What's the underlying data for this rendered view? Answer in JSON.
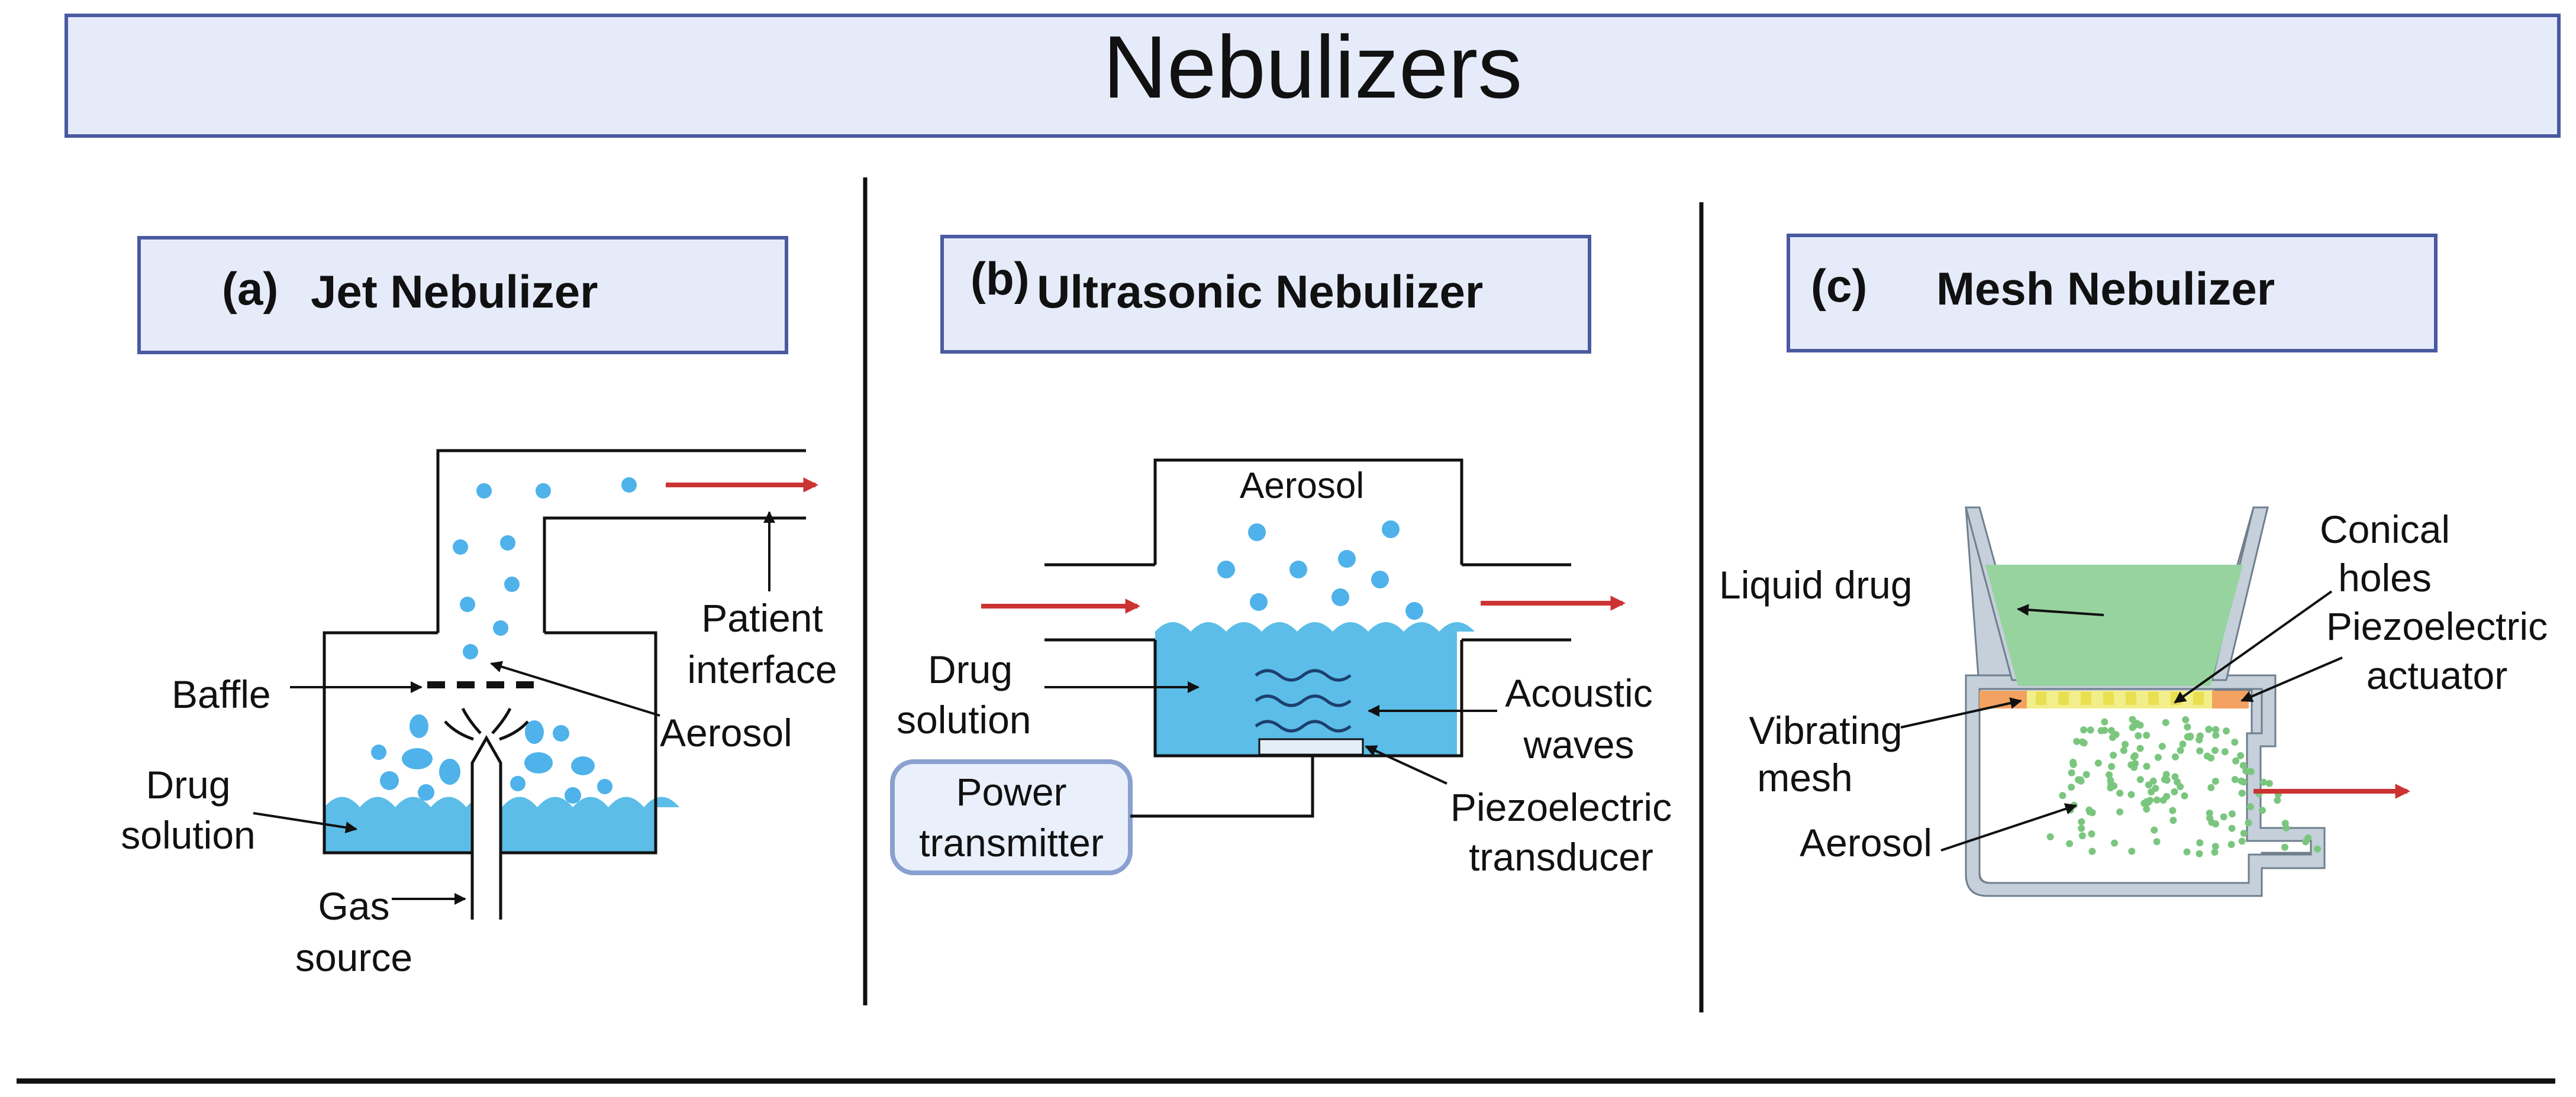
{
  "title": "Nebulizers",
  "panels": {
    "jet": {
      "letter": "(a)",
      "name": "Jet Nebulizer",
      "labels": {
        "baffle": "Baffle",
        "drug_solution": [
          "Drug",
          "solution"
        ],
        "gas_source": [
          "Gas",
          "source"
        ],
        "aerosol": "Aerosol",
        "patient_interface": [
          "Patient",
          "interface"
        ]
      }
    },
    "ultrasonic": {
      "letter": "(b)",
      "name": "Ultrasonic Nebulizer",
      "labels": {
        "aerosol": "Aerosol",
        "drug_solution": [
          "Drug",
          "solution"
        ],
        "acoustic_waves": [
          "Acoustic",
          "waves"
        ],
        "piezo_transducer": [
          "Piezoelectric",
          "transducer"
        ],
        "power_transmitter": [
          "Power",
          "transmitter"
        ]
      }
    },
    "mesh": {
      "letter": "(c)",
      "name": "Mesh Nebulizer",
      "labels": {
        "liquid_drug": "Liquid drug",
        "conical_holes": [
          "Conical",
          "holes"
        ],
        "piezo_actuator": [
          "Piezoelectric",
          "actuator"
        ],
        "vibrating_mesh": [
          "Vibrating",
          "mesh"
        ],
        "aerosol": "Aerosol"
      }
    }
  },
  "colors": {
    "header_fill": "#e6ebfa",
    "header_stroke": "#4a5aa0",
    "liquid": "#5bbde8",
    "drop": "#4fb2ea",
    "flow_arrow": "#cc3333",
    "mesh_liquid": "#97d39f",
    "mesh_actuator": "#f4a261",
    "mesh_plate": "#f2ef8a",
    "mesh_aerosol": "#7bc67f",
    "mesh_body": "#c5d0da",
    "power_box_fill": "#eaf0fb",
    "power_box_stroke": "#8aa0d0"
  }
}
